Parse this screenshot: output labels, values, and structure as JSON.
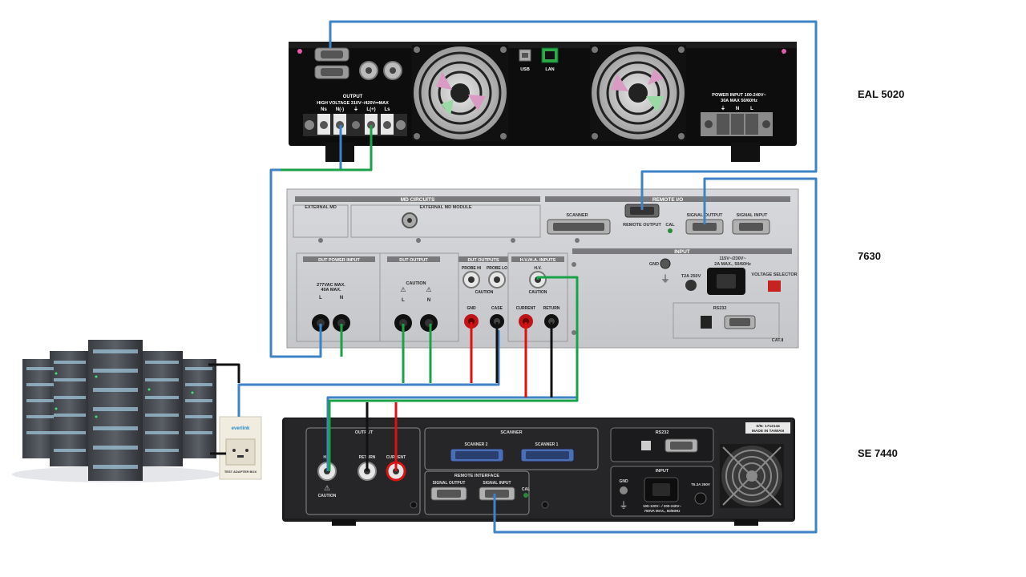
{
  "devices": {
    "eal": {
      "name": "EAL 5020",
      "output_title": "OUTPUT",
      "output_warning": "HIGH VOLTAGE 310V~/420V⎓MAX",
      "terminals": [
        "Ns",
        "N(-)",
        "⏚",
        "L(+)",
        "Ls"
      ],
      "usb": "USB",
      "lan": "LAN",
      "power_input": "POWER INPUT 100-240V~",
      "power_rating": "30A MAX 50/60Hz",
      "power_terminals": [
        "⏚",
        "N",
        "L"
      ]
    },
    "hipot": {
      "name": "7630",
      "md_circuits": "MD CIRCUITS",
      "external_md": "EXTERNAL MD",
      "external_md_module": "EXTERNAL MD MODULE",
      "remote_io": "REMOTE I/O",
      "scanner": "SCANNER",
      "remote_output": "REMOTE OUTPUT",
      "cal": "CAL",
      "signal_output": "SIGNAL OUTPUT",
      "signal_input": "SIGNAL INPUT",
      "input": "INPUT",
      "gnd": "GND",
      "fuse": "T2A 250V",
      "mains": "115V~/230V~",
      "mains_rating": "2A MAX., 50/60Hz",
      "voltage_selector": "VOLTAGE SELECTOR",
      "rs232": "RS232",
      "cat": "CAT.Ⅱ",
      "dut_power_input": "DUT POWER INPUT",
      "dut_power_rating_1": "277VAC MAX.",
      "dut_power_rating_2": "40A MAX.",
      "dut_output": "DUT OUTPUT",
      "dut_outputs": "DUT OUTPUTS",
      "hvha_inputs": "H.V./H.A. INPUTS",
      "caution": "CAUTION",
      "l": "L",
      "n": "N",
      "probe_hi": "PROBE HI",
      "probe_lo": "PROBE LO",
      "hv": "H.V.",
      "gnd2": "GND",
      "case": "CASE",
      "current": "CURRENT",
      "return": "RETURN"
    },
    "se": {
      "name": "SE 7440",
      "output": "OUTPUT",
      "hv": "H.V.",
      "return": "RETURN",
      "current": "CURRENT",
      "caution": "CAUTION",
      "scanner": "SCANNER",
      "scanner2": "SCANNER 2",
      "scanner1": "SCANNER 1",
      "remote_interface": "REMOTE INTERFACE",
      "signal_output": "SIGNAL OUTPUT",
      "signal_input": "SIGNAL INPUT",
      "cal": "CAL",
      "rs232": "RS232",
      "input": "INPUT",
      "gnd": "GND",
      "mains": "100-120V~ / 200-240V~",
      "mains_rating": "760VA MAX., 50/60Hz",
      "fuse": "T6.3A 250V",
      "serial": "S/N: 1712144",
      "made_in": "MADE IN TAIWAN"
    },
    "outlet": {
      "brand": "everlink",
      "label": "TEST ADAPTER BOX"
    }
  },
  "colors": {
    "chassis": "#0d0d0d",
    "panel_7630": "#cfd0d3",
    "panel_se": "#2a2a2c",
    "wire_blue": "#3d83c6",
    "wire_green": "#1aa24a",
    "wire_black": "#111111",
    "wire_red": "#e01010"
  }
}
